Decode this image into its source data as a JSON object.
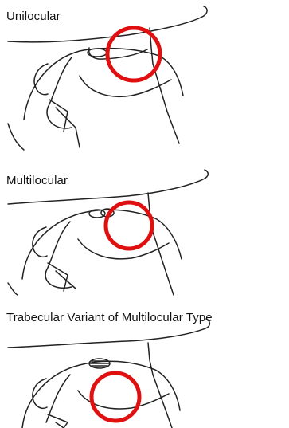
{
  "panels": [
    {
      "title": "Unilocular"
    },
    {
      "title": "Multilocular"
    },
    {
      "title": "Trabecular Variant of Multilocular Type"
    }
  ],
  "colors": {
    "highlight": "#e01010",
    "ink": "#222222"
  },
  "icons": [
    "joint-sketch",
    "highlight-circle"
  ]
}
